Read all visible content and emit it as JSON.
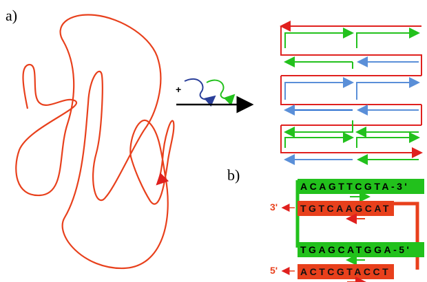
{
  "labels": {
    "panel_a": "a)",
    "panel_b": "b)",
    "plus": "+"
  },
  "panel_b": {
    "rows": [
      {
        "text": "ACAGTTCGTA-3'",
        "strand": "staple"
      },
      {
        "text": "TGTCAAGCAT",
        "strand": "scaffold",
        "end": "3'"
      },
      {
        "text": "TGAGCATGGA-5'",
        "strand": "staple"
      },
      {
        "text": "ACTCGTACCT",
        "strand": "scaffold",
        "end": "5'"
      }
    ]
  },
  "colors": {
    "scaffold": "#e8401c",
    "staple_green": "#22c11c",
    "staple_blue": "#5a8fd8",
    "dark_blue": "#2a3f9a",
    "arrow": "#000000",
    "red": "#e0201e"
  }
}
